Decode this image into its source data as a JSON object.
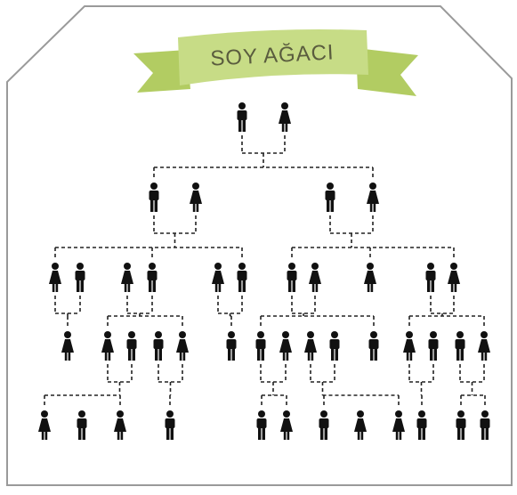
{
  "title": "SOY AĞACI",
  "colors": {
    "frame": "#9a9a9a",
    "banner_main": "#c7dc86",
    "banner_tail": "#b2cc62",
    "banner_text": "#5a5c3e",
    "figure": "#111111",
    "connector": "#222222"
  },
  "generations": [
    {
      "name": "generation-1",
      "members": [
        "male",
        "female"
      ]
    },
    {
      "name": "generation-2",
      "members": [
        "male",
        "female",
        "male",
        "female"
      ]
    },
    {
      "name": "generation-3",
      "members": [
        "female",
        "male",
        "female",
        "male",
        "female",
        "male",
        "male",
        "female",
        "female",
        "male",
        "female"
      ]
    },
    {
      "name": "generation-4",
      "members": [
        "female",
        "female",
        "male",
        "male",
        "female",
        "male",
        "male",
        "female",
        "female",
        "male",
        "male",
        "female",
        "male",
        "male",
        "female"
      ]
    },
    {
      "name": "generation-5",
      "members": [
        "female",
        "male",
        "female",
        "male",
        "male",
        "female",
        "male",
        "female",
        "female",
        "male",
        "male",
        "male"
      ]
    }
  ]
}
